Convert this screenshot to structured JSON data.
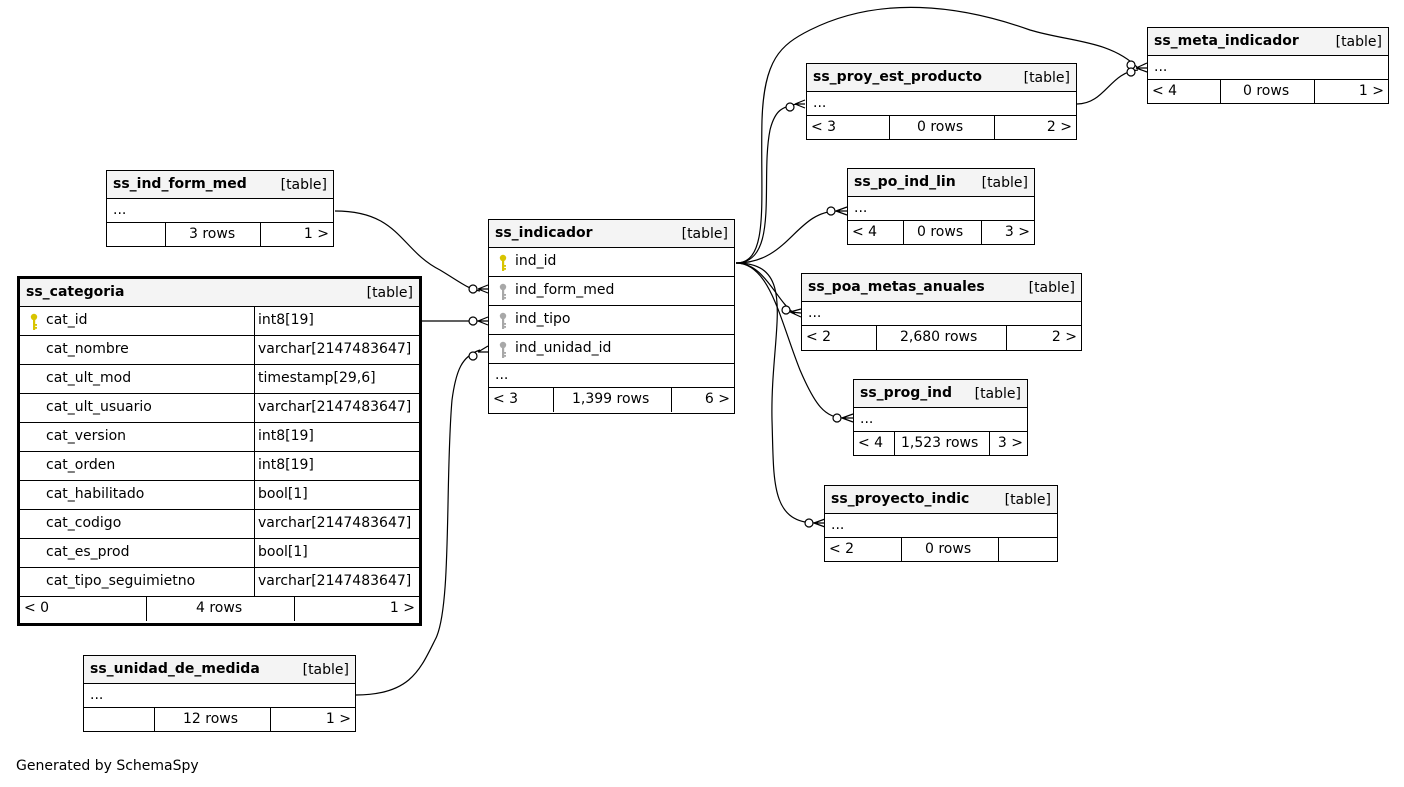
{
  "tables": {
    "ss_meta_indicador": {
      "name": "ss_meta_indicador",
      "tag": "[table]",
      "ellipsis": "...",
      "parents": "< 4",
      "rows": "0 rows",
      "children": "1 >"
    },
    "ss_proy_est_producto": {
      "name": "ss_proy_est_producto",
      "tag": "[table]",
      "ellipsis": "...",
      "parents": "< 3",
      "rows": "0 rows",
      "children": "2 >"
    },
    "ss_ind_form_med": {
      "name": "ss_ind_form_med",
      "tag": "[table]",
      "ellipsis": "...",
      "parents": "",
      "rows": "3 rows",
      "children": "1 >"
    },
    "ss_po_ind_lin": {
      "name": "ss_po_ind_lin",
      "tag": "[table]",
      "ellipsis": "...",
      "parents": "< 4",
      "rows": "0 rows",
      "children": "3 >"
    },
    "ss_indicador": {
      "name": "ss_indicador",
      "tag": "[table]",
      "columns": [
        "ind_id",
        "ind_form_med",
        "ind_tipo",
        "ind_unidad_id"
      ],
      "ellipsis": "...",
      "parents": "< 3",
      "rows": "1,399 rows",
      "children": "6 >"
    },
    "ss_poa_metas_anuales": {
      "name": "ss_poa_metas_anuales",
      "tag": "[table]",
      "ellipsis": "...",
      "parents": "< 2",
      "rows": "2,680 rows",
      "children": "2 >"
    },
    "ss_categoria": {
      "name": "ss_categoria",
      "tag": "[table]",
      "columns": [
        {
          "name": "cat_id",
          "type": "int8[19]"
        },
        {
          "name": "cat_nombre",
          "type": "varchar[2147483647]"
        },
        {
          "name": "cat_ult_mod",
          "type": "timestamp[29,6]"
        },
        {
          "name": "cat_ult_usuario",
          "type": "varchar[2147483647]"
        },
        {
          "name": "cat_version",
          "type": "int8[19]"
        },
        {
          "name": "cat_orden",
          "type": "int8[19]"
        },
        {
          "name": "cat_habilitado",
          "type": "bool[1]"
        },
        {
          "name": "cat_codigo",
          "type": "varchar[2147483647]"
        },
        {
          "name": "cat_es_prod",
          "type": "bool[1]"
        },
        {
          "name": "cat_tipo_seguimietno",
          "type": "varchar[2147483647]"
        }
      ],
      "parents": "< 0",
      "rows": "4 rows",
      "children": "1 >"
    },
    "ss_prog_ind": {
      "name": "ss_prog_ind",
      "tag": "[table]",
      "ellipsis": "...",
      "parents": "< 4",
      "rows": "1,523 rows",
      "children": "3 >"
    },
    "ss_proyecto_indic": {
      "name": "ss_proyecto_indic",
      "tag": "[table]",
      "ellipsis": "...",
      "parents": "< 2",
      "rows": "0 rows",
      "children": ""
    },
    "ss_unidad_de_medida": {
      "name": "ss_unidad_de_medida",
      "tag": "[table]",
      "ellipsis": "...",
      "parents": "",
      "rows": "12 rows",
      "children": "1 >"
    }
  },
  "colors": {
    "primary_key": "#d8c400",
    "foreign_key": "#a8a8a8",
    "header_bg": "#f4f4f4",
    "line": "#000000"
  },
  "footer_credit": "Generated by SchemaSpy"
}
